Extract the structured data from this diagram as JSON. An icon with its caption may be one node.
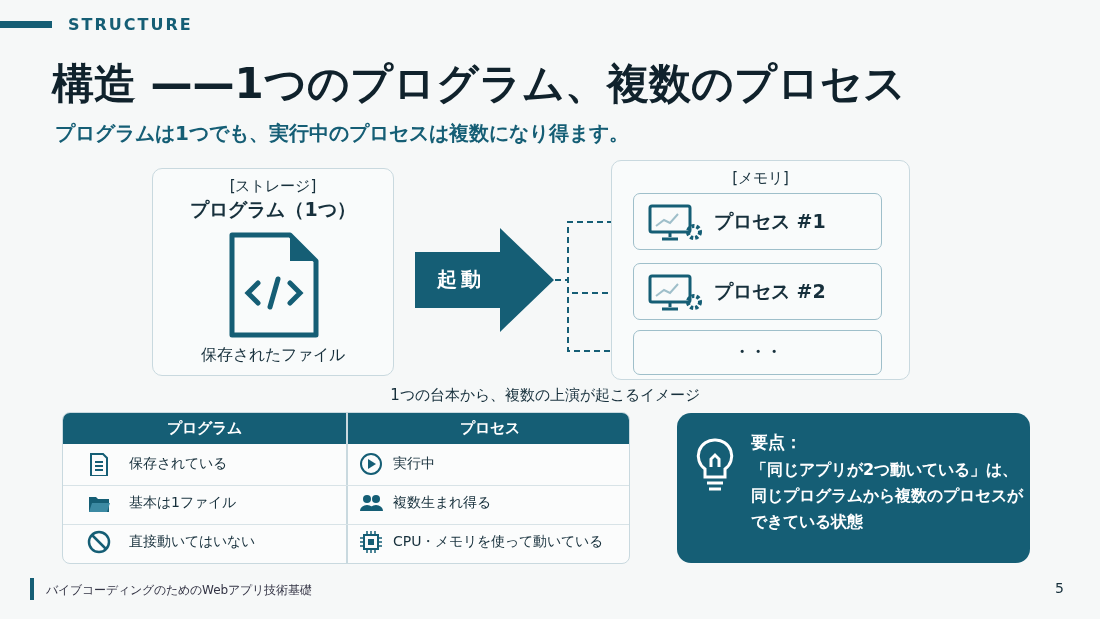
{
  "diagram": {
    "title": "構造 ——1つのプログラム、複数のプロセス",
    "nodes": [
      {
        "text": [
          "[ストレージ]",
          "プログラム（1つ）",
          "保存されたファイル"
        ]
      },
      {
        "text": [
          "起動"
        ]
      },
      {
        "text": [
          "[メモリ]"
        ]
      },
      {
        "text": [
          "プロセス #1"
        ],
        "in": 2
      },
      {
        "text": [
          "プロセス #2"
        ],
        "in": 2
      },
      {
        "text": [
          "・・・"
        ],
        "in": 2
      },
      {
        "text": [
          "要点：",
          "「同じアプリが2つ動いている」は、同じプログラムから複数のプロセスができている状態"
        ]
      }
    ],
    "edges": [
      {
        "from": 1,
        "to": 3,
        "arrow": "none",
        "style": "dashed"
      },
      {
        "from": 1,
        "to": 4,
        "arrow": "none",
        "style": "dashed"
      },
      {
        "from": 1,
        "to": 5,
        "arrow": "none",
        "style": "dashed"
      }
    ],
    "labels": [
      "STRUCTURE",
      "プログラムは1つでも、実行中のプロセスは複数になり得ます。",
      "1つの台本から、複数の上演が起こるイメージ",
      "プログラム",
      "プロセス",
      "保存されている",
      "実行中",
      "基本は1ファイル",
      "複数生まれ得る",
      "直接動いてはいない",
      "CPU・メモリを使って動いている",
      "バイブコーディングのためのWebアプリ技術基礎",
      "5"
    ]
  }
}
